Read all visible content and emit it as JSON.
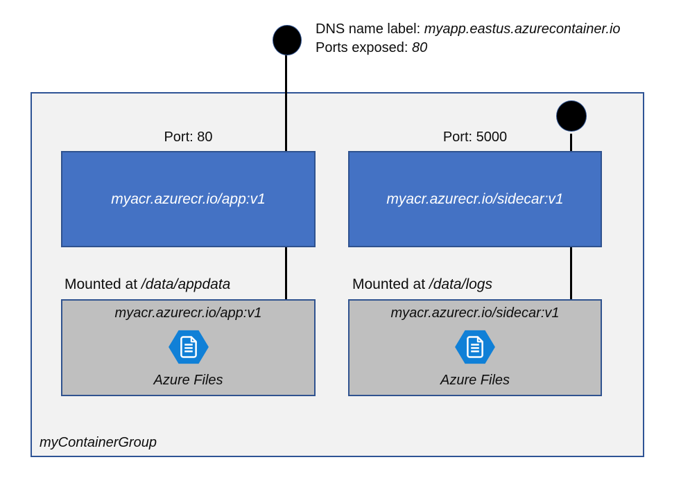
{
  "dns": {
    "label": "DNS name label: ",
    "value": "myapp.eastus.azurecontainer.io",
    "ports_label": "Ports exposed: ",
    "ports_value": "80"
  },
  "container_group": {
    "name": "myContainerGroup",
    "containers": [
      {
        "port_label": "Port: 80",
        "image": "myacr.azurecr.io/app:v1",
        "mount_label": "Mounted at ",
        "mount_path": "/data/appdata",
        "volume_image": "myacr.azurecr.io/app:v1",
        "volume_name": "Azure Files"
      },
      {
        "port_label": "Port: 5000",
        "image": "myacr.azurecr.io/sidecar:v1",
        "mount_label": "Mounted at ",
        "mount_path": "/data/logs",
        "volume_image": "myacr.azurecr.io/sidecar:v1",
        "volume_name": "Azure Files"
      }
    ]
  },
  "colors": {
    "container_fill": "#4472C4",
    "container_border": "#2F528F",
    "volume_fill": "#BFBFBF",
    "group_fill": "#F2F2F2",
    "group_border": "#2E5395",
    "files_icon_blue": "#1080D7",
    "endpoint": "#000000"
  }
}
